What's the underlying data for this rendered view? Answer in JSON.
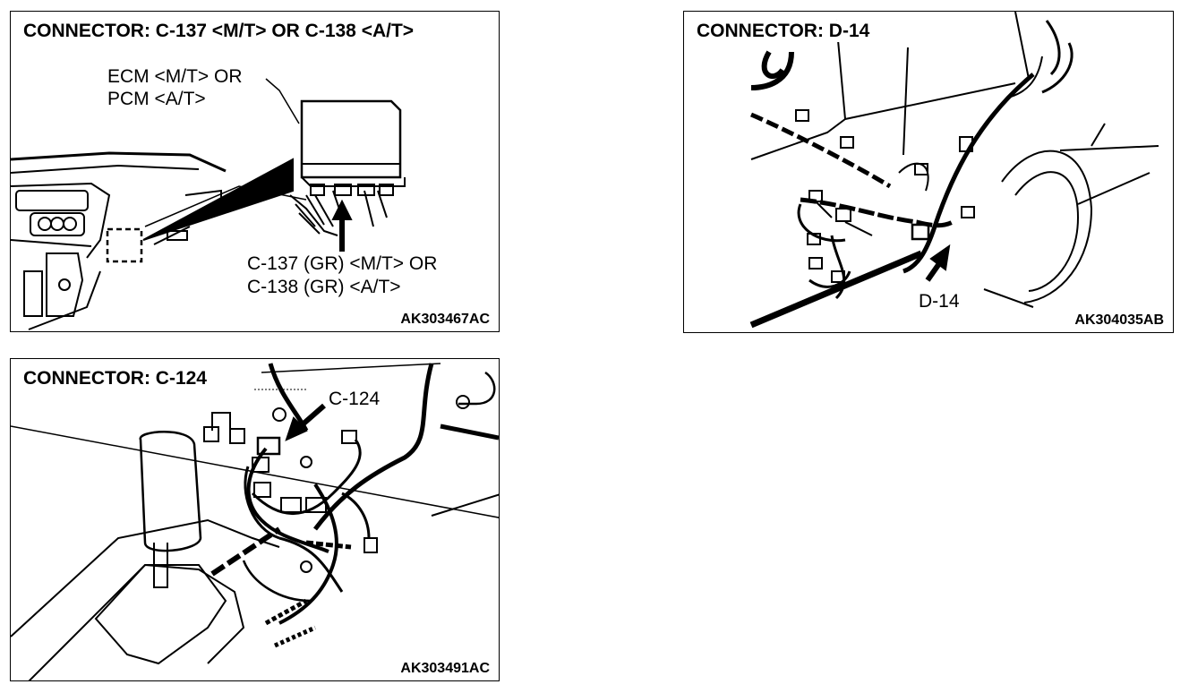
{
  "panels": [
    {
      "title": "CONNECTOR: C-137 <M/T> OR C-138 <A/T>",
      "unit_label_line1": "ECM <M/T> OR",
      "unit_label_line2": "PCM <A/T>",
      "connector_label_line1": "C-137 (GR) <M/T> OR",
      "connector_label_line2": "C-138 (GR) <A/T>",
      "figure_code": "AK303467AC"
    },
    {
      "title": "CONNECTOR: D-14",
      "connector_label": "D-14",
      "figure_code": "AK304035AB"
    },
    {
      "title": "CONNECTOR: C-124",
      "connector_label": "C-124",
      "figure_code": "AK303491AC"
    }
  ]
}
